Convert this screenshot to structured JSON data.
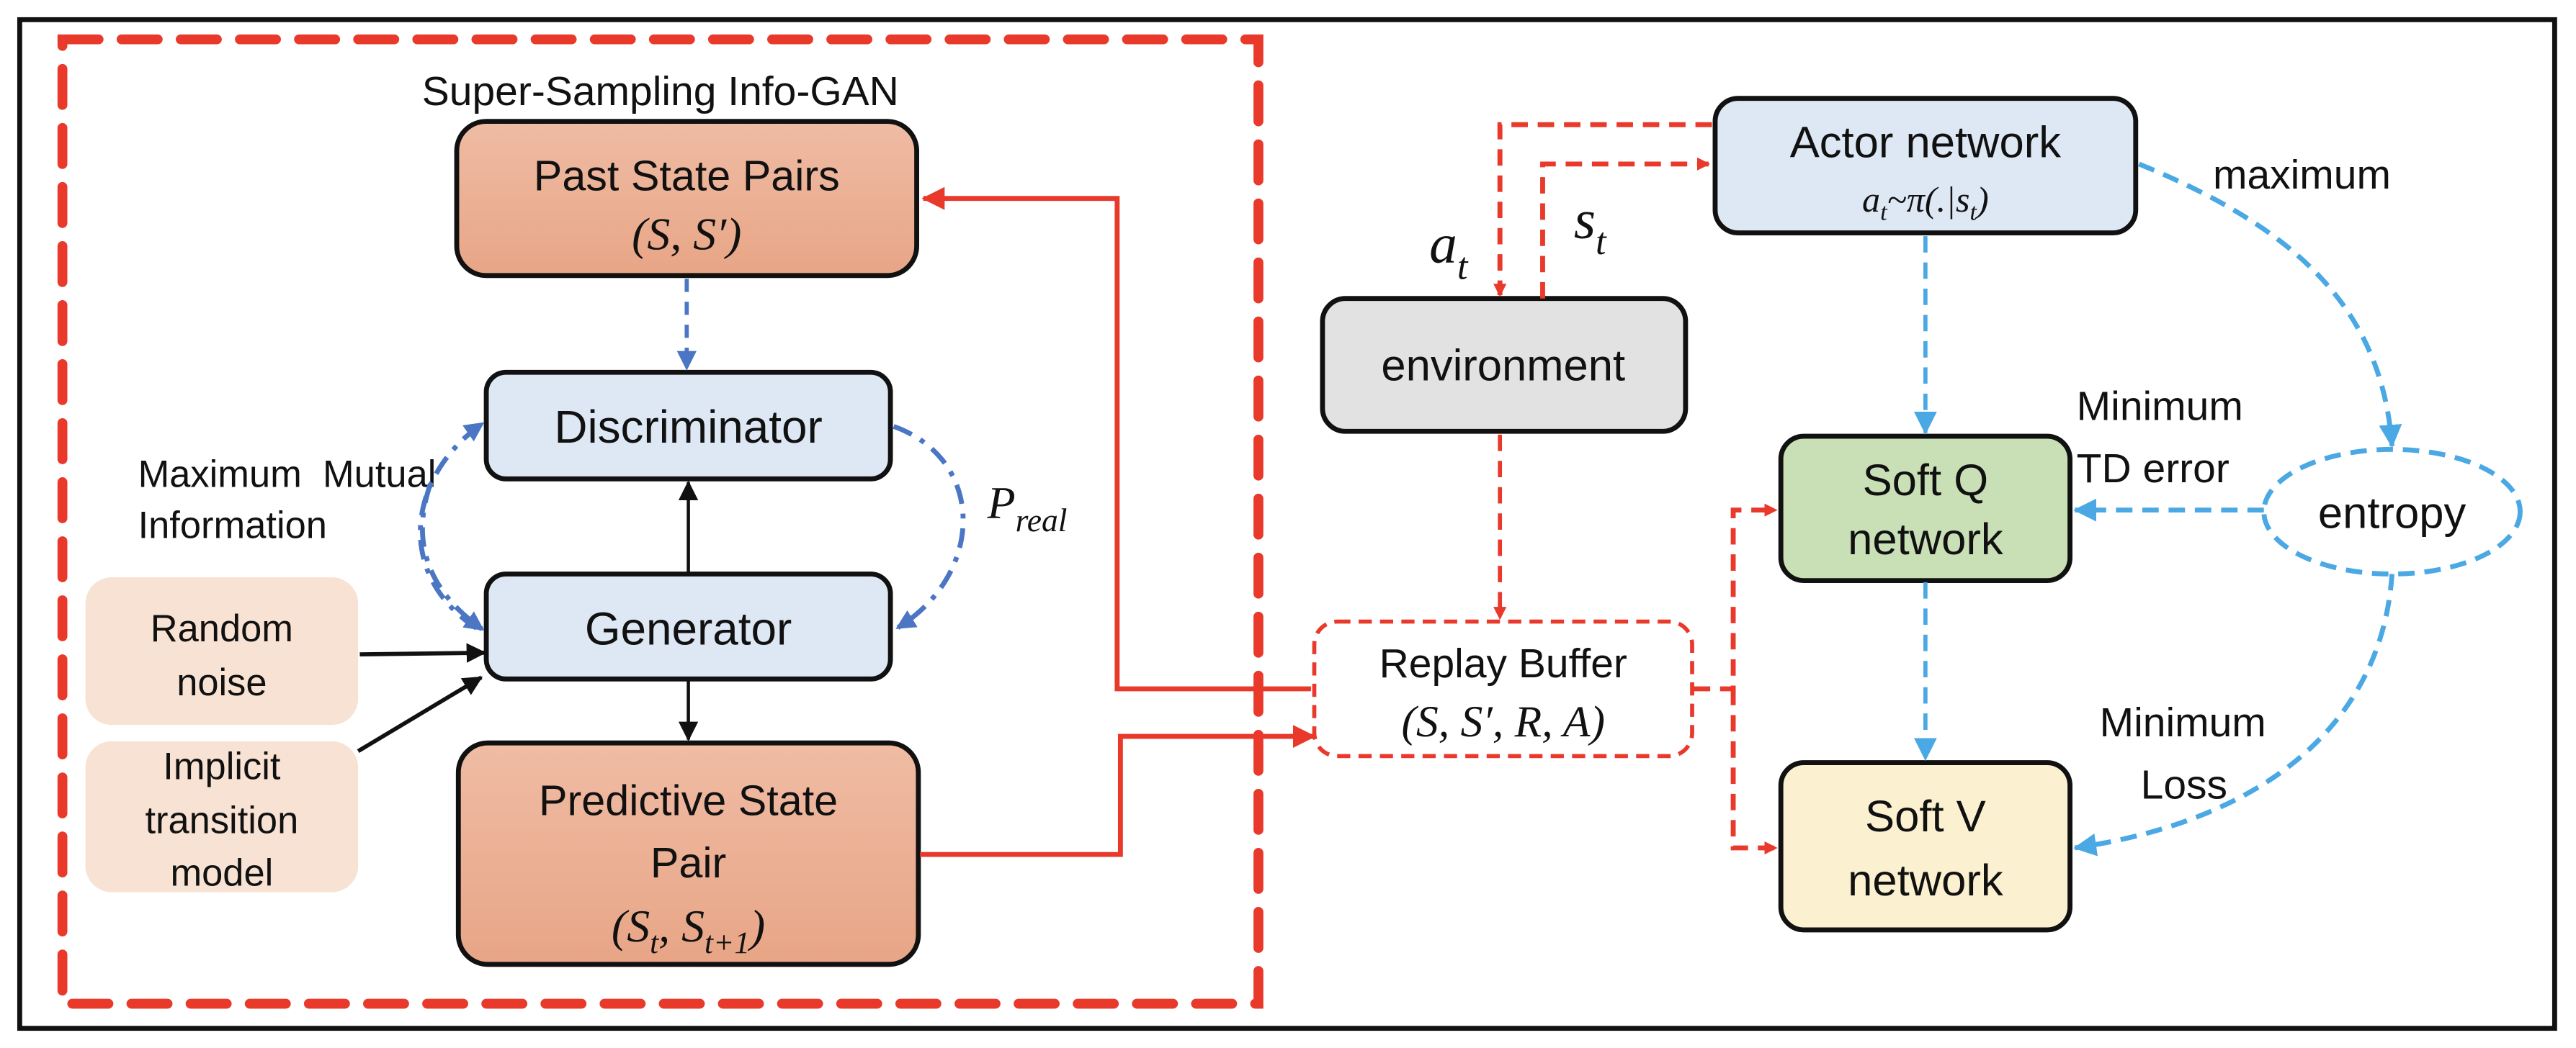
{
  "colors": {
    "red": "#e8392b",
    "blue_dark": "#4a76c4",
    "blue_light": "#4aa8e4",
    "state_box": "#eaa98a",
    "light_blue_box": "#dde8f4",
    "input_box": "#f8e2d3",
    "env_box": "#e2e2e2",
    "softq_box": "#c9dfb6",
    "softv_box": "#fbf0cf"
  },
  "gan": {
    "title": "Super-Sampling Info-GAN",
    "past_state": {
      "line1": "Past State Pairs",
      "line2": "(S, S′)"
    },
    "discriminator": "Discriminator",
    "generator": "Generator",
    "predictive_state": {
      "line1": "Predictive State",
      "line2": "Pair",
      "line3": "(S",
      "sub1": "t",
      "mid": ", S",
      "sub2": "t+1",
      "end": ")"
    },
    "random_noise": {
      "line1": "Random",
      "line2": "noise"
    },
    "implicit_model": {
      "line1": "Implicit",
      "line2": "transition",
      "line3": "model"
    },
    "mutual_info": {
      "line1": "Maximum  Mutual",
      "line2": "Information"
    },
    "p_real": {
      "main": "P",
      "sub": "real"
    }
  },
  "rl": {
    "environment": "environment",
    "actor": {
      "line1": "Actor network",
      "formula": "a",
      "formula_sub": "t",
      "formula_rest": "~π(.|s",
      "formula_sub2": "t",
      "formula_end": ")"
    },
    "a_t": {
      "main": "a",
      "sub": "t"
    },
    "s_t": {
      "main": "s",
      "sub": "t"
    },
    "replay": {
      "line1": "Replay Buffer",
      "line2": "(S, S′, R, A)"
    },
    "soft_q": {
      "line1": "Soft Q",
      "line2": "network"
    },
    "soft_v": {
      "line1": "Soft V",
      "line2": "network"
    },
    "entropy": "entropy",
    "maximum": "maximum",
    "min_td": {
      "line1": "Minimum",
      "line2": "TD error"
    },
    "min_loss": {
      "line1": "Minimum",
      "line2": "Loss"
    }
  }
}
